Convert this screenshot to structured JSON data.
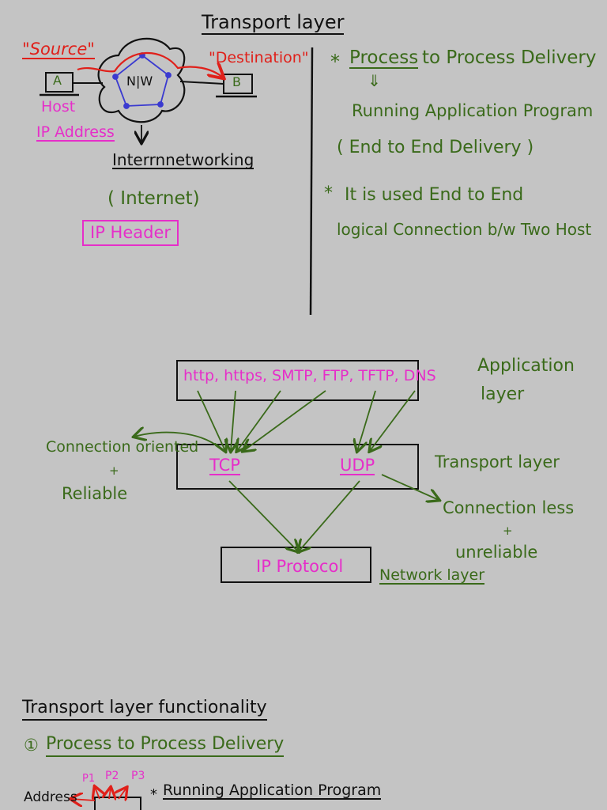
{
  "top": {
    "title": "Transport layer",
    "source": "\"Source\"",
    "destination": "\"Destination\"",
    "host_a": "A",
    "host_b": "B",
    "network": "N|W",
    "host": "Host",
    "ip_address": "IP Address",
    "internetworking": "Interrnnetworking",
    "internet": "( Internet)",
    "ip_header": "IP Header",
    "star1": "*",
    "process_word": "Process",
    "process_rest": "to Process Delivery",
    "down_arrow": "⇓",
    "running": "Running Application Program",
    "end_to_end": "( End to End Delivery )",
    "star2": "*",
    "it_used": "It is used End to End",
    "logical": "logical Connection b/w Two Host"
  },
  "diagram": {
    "protocols": "http, https, SMTP, FTP, TFTP, DNS",
    "application_layer_1": "Application",
    "application_layer_2": "layer",
    "tcp": "TCP",
    "udp": "UDP",
    "transport_layer": "Transport layer",
    "connection_oriented": "Connection oriented",
    "plus1": "+",
    "reliable": "Reliable",
    "connectionless": "Connection less",
    "plus2": "+",
    "unreliable": "unreliable",
    "ip_protocol": "IP Protocol",
    "network_layer": "Network layer"
  },
  "bottom": {
    "heading": "Transport layer functionality",
    "num1": "①",
    "item1": "Process to Process Delivery",
    "p1": "P1",
    "p2": "P2",
    "p3": "P3",
    "address": "Address",
    "star3": "*",
    "running": "Running Application Program"
  },
  "colors": {
    "background": "#c4c4c4",
    "black_ink": "#111111",
    "green_ink": "#3a6a1a",
    "pink_ink": "#e62ec9",
    "red_ink": "#e0201a",
    "blue_ink": "#3a3ad0"
  }
}
